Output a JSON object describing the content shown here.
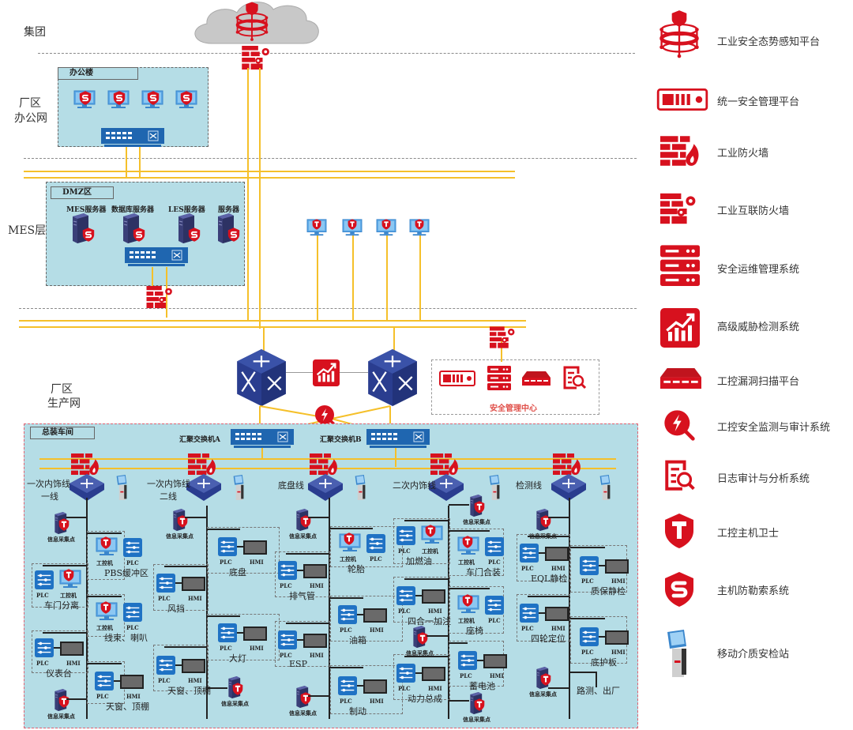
{
  "zones": {
    "group": "集团",
    "office_net_line1": "厂区",
    "office_net_line2": "办公网",
    "mes_layer": "MES层",
    "prod_net_line1": "厂区",
    "prod_net_line2": "生产网"
  },
  "office": {
    "title": "办公楼"
  },
  "dmz": {
    "title": "DMZ区",
    "servers": [
      "MES服务器",
      "数据库服务器",
      "LES服务器",
      "服务器"
    ]
  },
  "core": {
    "switch_a": "汇聚交换机A",
    "switch_b": "汇聚交换机B"
  },
  "security_center": {
    "title": "安全管理中心"
  },
  "workshop": {
    "title": "总装车间",
    "lines": [
      {
        "name_l1": "一次内饰线",
        "name_l2": "一线"
      },
      {
        "name_l1": "一次内饰线",
        "name_l2": "二线"
      },
      {
        "name_l1": "底盘线",
        "name_l2": ""
      },
      {
        "name_l1": "二次内饰线",
        "name_l2": ""
      },
      {
        "name_l1": "检测线",
        "name_l2": ""
      }
    ],
    "collector_label": "信息采集点",
    "plc": "PLC",
    "hmi": "HMI",
    "ipc": "工控机",
    "stations": {
      "l1": [
        "PBS缓冲区",
        "车门分离",
        "线束、喇叭",
        "仪表台",
        "天窗、顶棚"
      ],
      "l2": [
        "底盘",
        "风挡",
        "大灯",
        "天窗、顶棚"
      ],
      "l3": [
        "轮胎",
        "排气管",
        "油箱",
        "ESP",
        "制动"
      ],
      "l4": [
        "加燃油",
        "车门合装",
        "四合一加注",
        "座椅",
        "蓄电池",
        "动力总成"
      ],
      "l5": [
        "EQL静检",
        "质保静检",
        "四轮定位",
        "底护板"
      ]
    },
    "exit_label": "路测、出厂"
  },
  "legend": [
    {
      "icon": "situational-awareness-platform-icon",
      "label": "工业安全态势感知平台"
    },
    {
      "icon": "unified-security-management-icon",
      "label": "统一安全管理平台"
    },
    {
      "icon": "industrial-firewall-icon",
      "label": "工业防火墙"
    },
    {
      "icon": "industrial-internet-firewall-icon",
      "label": "工业互联防火墙"
    },
    {
      "icon": "security-ops-management-icon",
      "label": "安全运维管理系统"
    },
    {
      "icon": "advanced-threat-detection-icon",
      "label": "高级威胁检测系统"
    },
    {
      "icon": "vulnerability-scan-icon",
      "label": "工控漏洞扫描平台"
    },
    {
      "icon": "ics-monitor-audit-icon",
      "label": "工控安全监测与审计系统"
    },
    {
      "icon": "log-audit-icon",
      "label": "日志审计与分析系统"
    },
    {
      "icon": "host-guard-icon",
      "label": "工控主机卫士"
    },
    {
      "icon": "anti-ransomware-icon",
      "label": "主机防勒索系统"
    },
    {
      "icon": "media-kiosk-icon",
      "label": "移动介质安检站"
    }
  ],
  "colors": {
    "red": "#d7111e",
    "bus": "#f5c02a",
    "zone_fill": "#b5dde6",
    "switch_blue": "#1f66b0",
    "core_navy": "#2a3d8f"
  }
}
